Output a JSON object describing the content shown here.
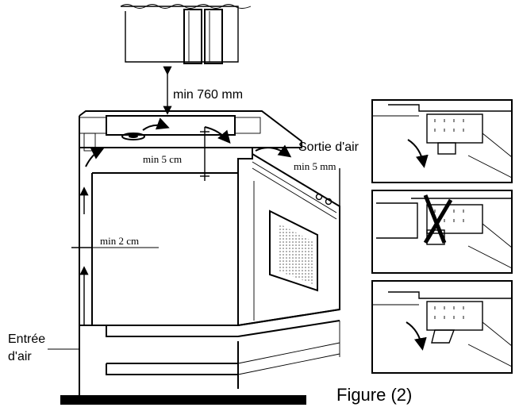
{
  "labels": {
    "min_760": "min 760 mm",
    "sortie_air": "Sortie d'air",
    "min_5cm": "min 5 cm",
    "min_5mm": "min 5 mm",
    "min_2cm": "min 2 cm",
    "entree_line1": "Entrée",
    "entree_line2": "d'air",
    "figure": "Figure (2)"
  },
  "insets": [
    {
      "name": "inset-correct-top",
      "status": "correct"
    },
    {
      "name": "inset-incorrect-middle",
      "status": "incorrect"
    },
    {
      "name": "inset-correct-bottom",
      "status": "correct"
    }
  ],
  "colors": {
    "line": "#000000",
    "background": "#ffffff",
    "insulation": "#9a9a9a"
  }
}
